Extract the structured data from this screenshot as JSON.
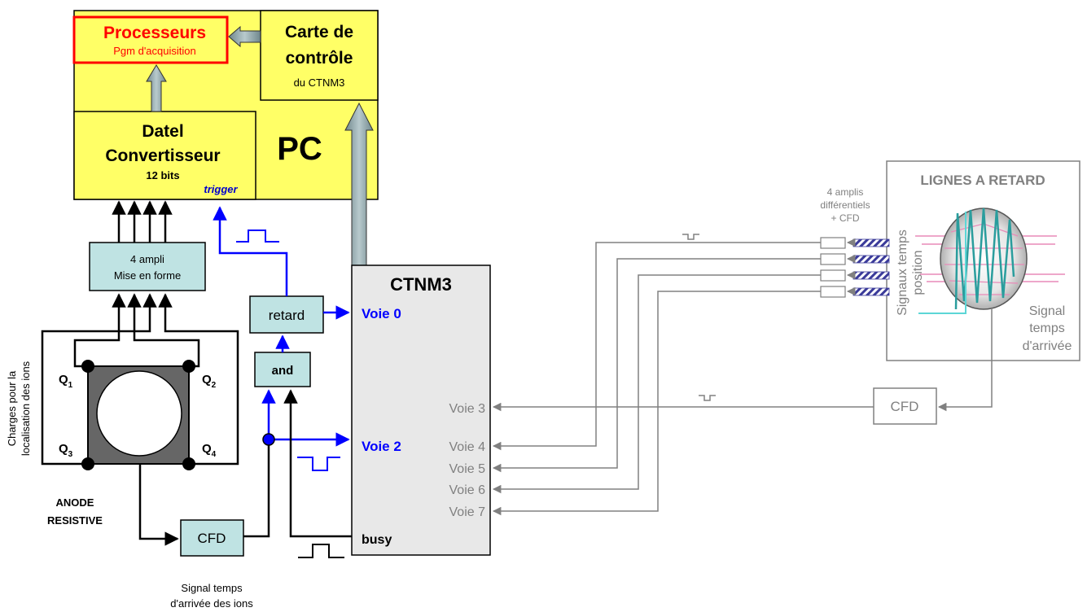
{
  "pc": {
    "label": "PC",
    "processors": {
      "title": "Processeurs",
      "subtitle": "Pgm d'acquisition"
    },
    "control_card": {
      "line1": "Carte de",
      "line2": "contrôle",
      "sub": "du CTNM3"
    },
    "datel": {
      "line1": "Datel",
      "line2": "Convertisseur",
      "sub": "12 bits",
      "trigger": "trigger"
    }
  },
  "ampli": {
    "line1": "4 ampli",
    "line2": "Mise en forme"
  },
  "anode": {
    "side_line1": "Charges pour la",
    "side_line2": "localisation des ions",
    "q1": "Q",
    "q1_sub": "1",
    "q2": "Q",
    "q2_sub": "2",
    "q3": "Q",
    "q3_sub": "3",
    "q4": "Q",
    "q4_sub": "4",
    "label_line1": "ANODE",
    "label_line2": "RESISTIVE"
  },
  "cfd_left": "CFD",
  "signal_caption": {
    "line1": "Signal temps",
    "line2": "d'arrivée des ions"
  },
  "retard": "retard",
  "and_gate": "and",
  "ctnm3": {
    "title": "CTNM3",
    "voie0": "Voie 0",
    "voie2": "Voie 2",
    "voie3": "Voie 3",
    "voie4": "Voie 4",
    "voie5": "Voie 5",
    "voie6": "Voie 6",
    "voie7": "Voie 7",
    "busy": "busy"
  },
  "delay_lines": {
    "title": "LIGNES A RETARD",
    "amplis_line1": "4 amplis",
    "amplis_line2": "différentiels",
    "amplis_line3": "+ CFD",
    "signals_line1": "Signaux temps",
    "signals_line2": "position",
    "arrival_line1": "Signal",
    "arrival_line2": "temps",
    "arrival_line3": "d'arrivée"
  },
  "cfd_right": "CFD",
  "colors": {
    "pc_fill": "#ffff66",
    "box_fill": "#bfe3e3",
    "ctnm3_fill": "#e8e8e8",
    "processor_red": "#ff0000",
    "blue_signal": "#0000ff",
    "gray_signal": "#808080",
    "bus_arrow": "#8fa6aa"
  }
}
